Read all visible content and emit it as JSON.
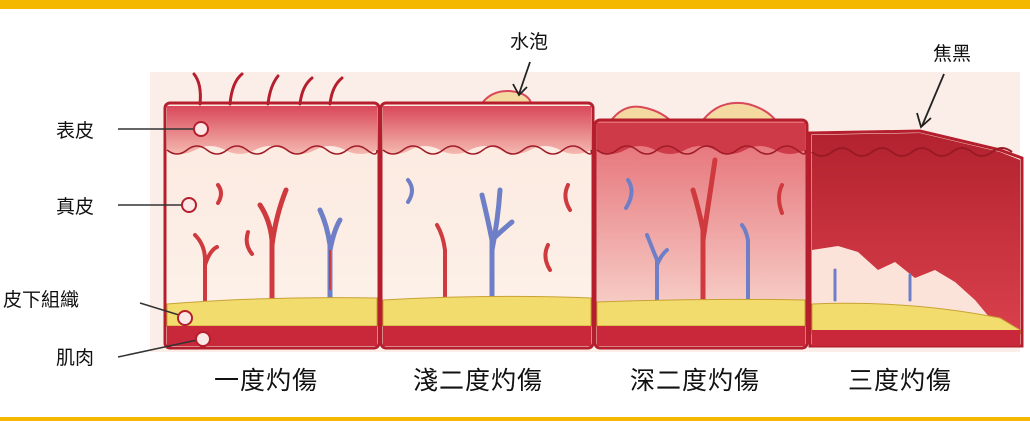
{
  "labels": {
    "epidermis": "表皮",
    "dermis": "真皮",
    "subcutaneous": "皮下組織",
    "muscle": "肌肉",
    "blister": "水泡",
    "eschar": "焦黑"
  },
  "captions": [
    "一度灼傷",
    "淺二度灼傷",
    "深二度灼傷",
    "三度灼傷"
  ],
  "colors": {
    "accent": "#f5b800",
    "epidermis": "#e06a6a",
    "dermis": "#fbe6dc",
    "fat": "#f2dc6e",
    "muscle": "#c8283a",
    "outline": "#b51e2c",
    "artery": "#cf3a3e",
    "vein": "#6f7fc7"
  }
}
